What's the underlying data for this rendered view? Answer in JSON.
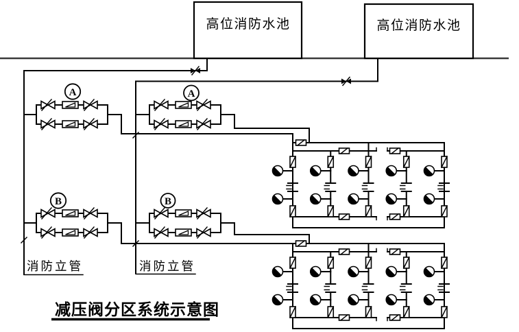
{
  "page": {
    "background": "#ffffff"
  },
  "diagram": {
    "title": {
      "text": "减压阀分区系统示意图"
    },
    "tanks": [
      {
        "label": "高位消防水池"
      },
      {
        "label": "高位消防水池"
      }
    ],
    "zones": [
      {
        "label": "A"
      },
      {
        "label": "A"
      },
      {
        "label": "B"
      },
      {
        "label": "B"
      }
    ],
    "risers": [
      {
        "label": "消防立管"
      },
      {
        "label": "消防立管"
      }
    ],
    "colors": {
      "line": "#000000",
      "ground": "#3a3a3a",
      "text": "#000000",
      "background": "#ffffff"
    },
    "symbols": {
      "fire-hydrant-icon": "circle-half-filled",
      "gate-valve-icon": "bowtie-with-slash",
      "pressure-reducing-valve-icon": "rectangle-with-wedge",
      "riser-valve-icon": "rectangle-with-slash",
      "pipe-break-icon": "tick-mark"
    }
  }
}
